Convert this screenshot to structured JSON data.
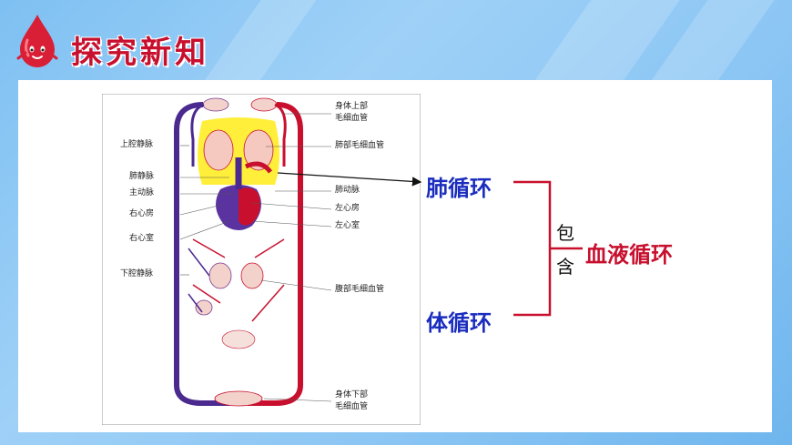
{
  "slide": {
    "title": "探究新知",
    "icon": "blood-drop-mascot-icon"
  },
  "diagram": {
    "labels_left": [
      "上腔静脉",
      "肺静脉",
      "主动脉",
      "右心房",
      "右心室",
      "下腔静脉"
    ],
    "labels_right": [
      "身体上部",
      "毛细血管",
      "肺部毛细血管",
      "肺动脉",
      "左心房",
      "左心室",
      "腹部毛细血管",
      "身体下部",
      "毛细血管"
    ]
  },
  "concepts": {
    "pulmonary": "肺循环",
    "systemic": "体循环",
    "contains_top": "包",
    "contains_bottom": "含",
    "blood_circulation": "血液循环"
  },
  "colors": {
    "title_red": "#c8102e",
    "concept_blue": "#1b2dbf",
    "concept_red": "#c8102e",
    "artery_red": "#c8102e",
    "vein_purple": "#4b2a8f",
    "lung_yellow": "#ffef3a"
  }
}
